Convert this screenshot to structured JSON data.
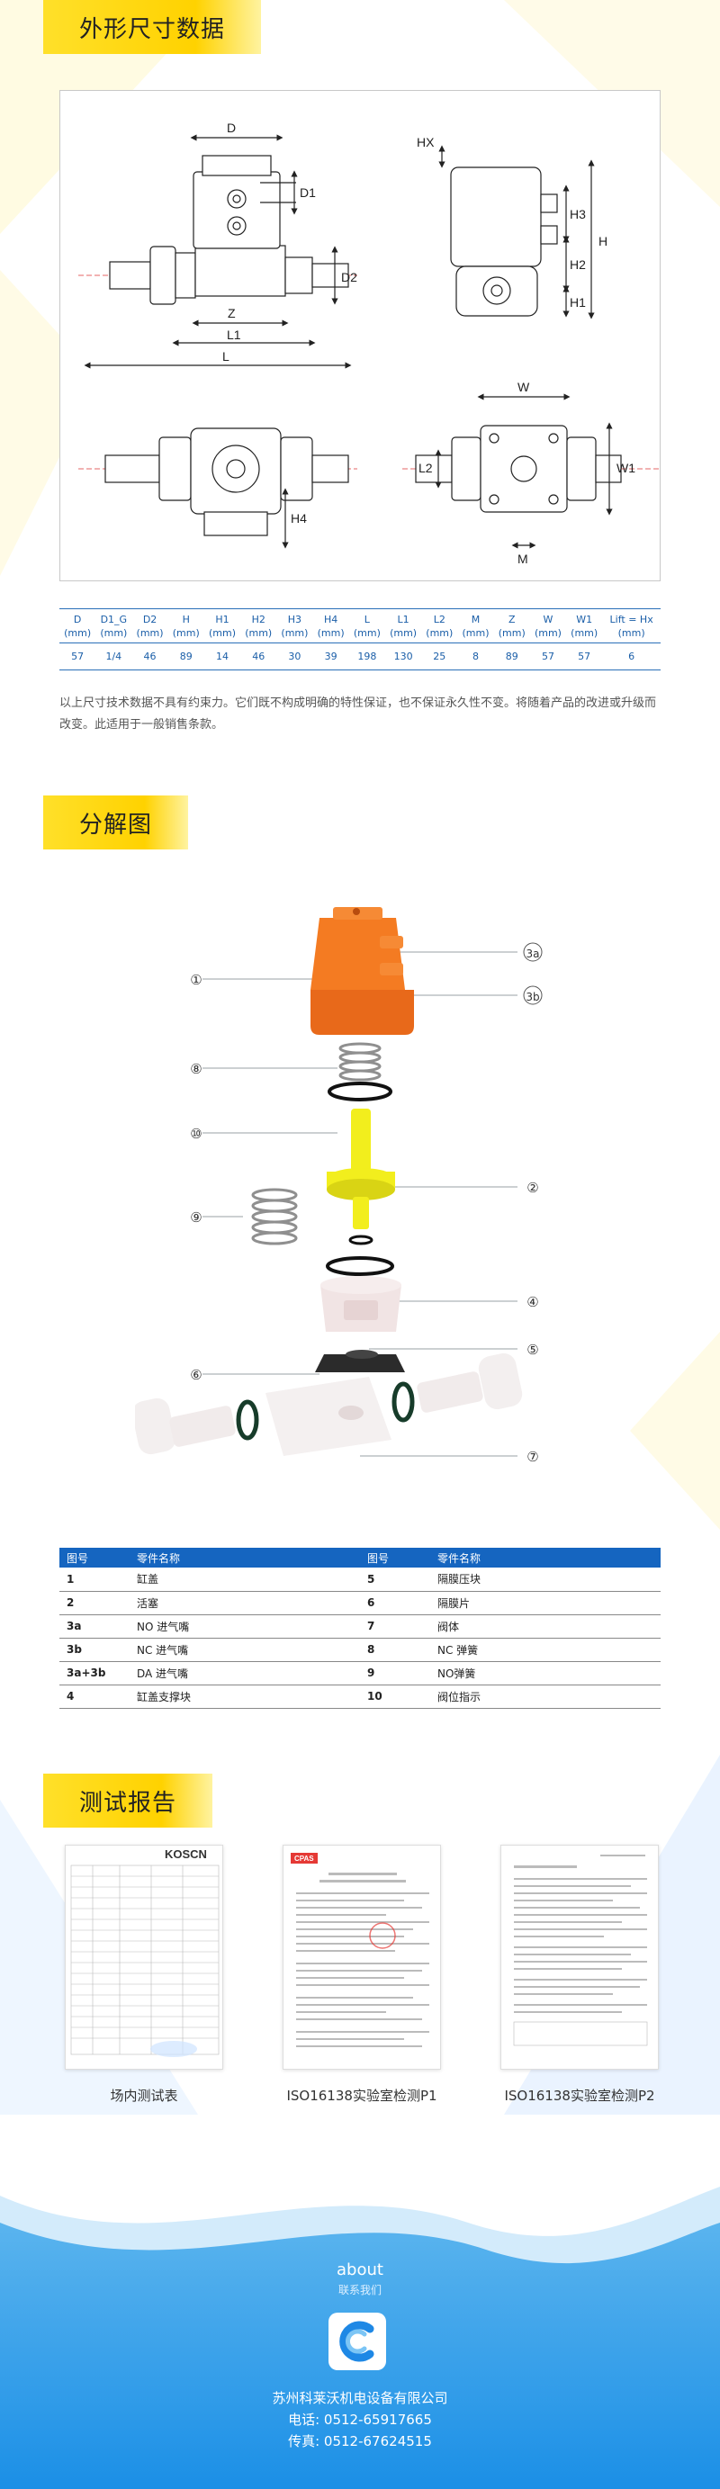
{
  "sections": {
    "dimensions": "外形尺寸数据",
    "exploded": "分解图",
    "reports": "测试报告"
  },
  "drawing_labels": {
    "D": "D",
    "D1": "D1",
    "D2": "D2",
    "Z": "Z",
    "L1": "L1",
    "L": "L",
    "HX": "HX",
    "H3": "H3",
    "H": "H",
    "H2": "H2",
    "H1": "H1",
    "W": "W",
    "W1": "W1",
    "L2": "L2",
    "H4": "H4",
    "M": "M"
  },
  "spec_table": {
    "headers": [
      [
        "D",
        "(mm)"
      ],
      [
        "D1_G",
        "(mm)"
      ],
      [
        "D2",
        "(mm)"
      ],
      [
        "H",
        "(mm)"
      ],
      [
        "H1",
        "(mm)"
      ],
      [
        "H2",
        "(mm)"
      ],
      [
        "H3",
        "(mm)"
      ],
      [
        "H4",
        "(mm)"
      ],
      [
        "L",
        "(mm)"
      ],
      [
        "L1",
        "(mm)"
      ],
      [
        "L2",
        "(mm)"
      ],
      [
        "M",
        "(mm)"
      ],
      [
        "Z",
        "(mm)"
      ],
      [
        "W",
        "(mm)"
      ],
      [
        "W1",
        "(mm)"
      ],
      [
        "Lift = Hx",
        "(mm)"
      ]
    ],
    "values": [
      "57",
      "1/4",
      "46",
      "89",
      "14",
      "46",
      "30",
      "39",
      "198",
      "130",
      "25",
      "8",
      "89",
      "57",
      "57",
      "6"
    ]
  },
  "note": "以上尺寸技术数据不具有约束力。它们既不构成明确的特性保证，也不保证永久性不变。将随着产品的改进或升级而改变。此适用于一般销售条款。",
  "callouts": [
    "①",
    "⑧",
    "⑩",
    "⑨",
    "⑥",
    "3a",
    "3b",
    "②",
    "④",
    "⑤",
    "⑦"
  ],
  "parts_table": {
    "headers": [
      "图号",
      "零件名称",
      "图号",
      "零件名称"
    ],
    "rows": [
      [
        "1",
        "缸盖",
        "5",
        "隔膜压块"
      ],
      [
        "2",
        "活塞",
        "6",
        "隔膜片"
      ],
      [
        "3a",
        "NO 进气嘴",
        "7",
        "阀体"
      ],
      [
        "3b",
        "NC 进气嘴",
        "8",
        "NC 弹簧"
      ],
      [
        "3a+3b",
        "DA 进气嘴",
        "9",
        "NO弹簧"
      ],
      [
        "4",
        "缸盖支撑块",
        "10",
        "阀位指示"
      ]
    ]
  },
  "reports": [
    {
      "caption": "场内测试表",
      "brand": "KOSCN"
    },
    {
      "caption": "ISO16138实验室检测P1",
      "brand": "CPAS"
    },
    {
      "caption": "ISO16138实验室检测P2",
      "brand": ""
    }
  ],
  "footer": {
    "about": "about",
    "about_sub": "联系我们",
    "company": "苏州科莱沃机电设备有限公司",
    "phone": "电话: 0512-65917665",
    "fax": "传真: 0512-67624515"
  },
  "colors": {
    "accent_yellow": "#ffd200",
    "blue": "#1565c0",
    "orange": "#f07a23",
    "indicator_yellow": "#f2ee1d"
  }
}
